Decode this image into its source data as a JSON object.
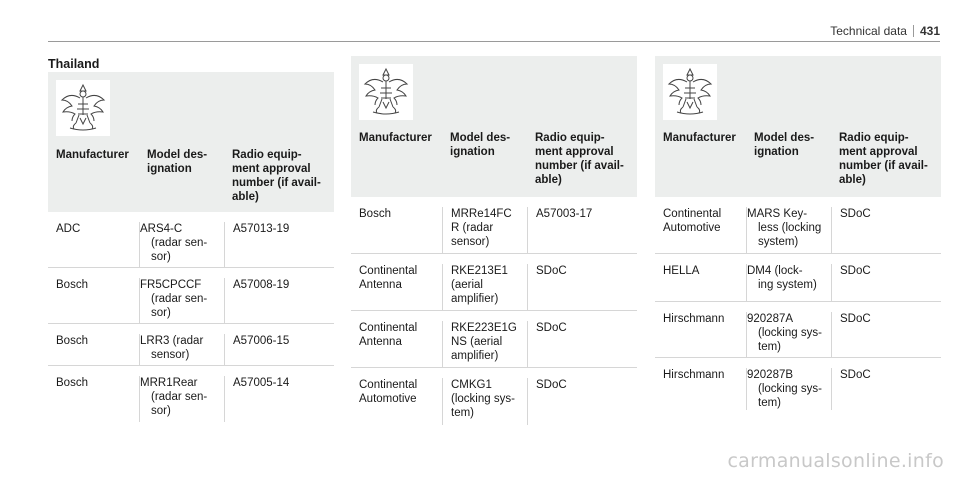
{
  "header": {
    "section": "Technical data",
    "page": "431"
  },
  "country": "Thailand",
  "columns": [
    "Manufacturer",
    "Model des-\nignation",
    "Radio equip-\nment approval\nnumber (if avail-\nable)"
  ],
  "tables": [
    {
      "rows": [
        {
          "manufacturer": "ADC",
          "model": "ARS4-C\n(radar sen-\nsor)",
          "approval": "A57013-19"
        },
        {
          "manufacturer": "Bosch",
          "model": "FR5CPCCF\n(radar sen-\nsor)",
          "approval": "A57008-19"
        },
        {
          "manufacturer": "Bosch",
          "model": "LRR3 (radar\nsensor)",
          "approval": "A57006-15"
        },
        {
          "manufacturer": "Bosch",
          "model": "MRR1Rear\n(radar sen-\nsor)",
          "approval": "A57005-14"
        }
      ]
    },
    {
      "rows": [
        {
          "manufacturer": "Bosch",
          "model": "MRRe14FC\nR (radar\nsensor)",
          "approval": "A57003-17"
        },
        {
          "manufacturer": "Continental\nAntenna",
          "model": "RKE213E1\n(aerial\namplifier)",
          "approval": "SDoC"
        },
        {
          "manufacturer": "Continental\nAntenna",
          "model": "RKE223E1G\nNS (aerial\namplifier)",
          "approval": "SDoC"
        },
        {
          "manufacturer": "Continental\nAutomotive",
          "model": "CMKG1\n(locking sys-\ntem)",
          "approval": "SDoC"
        }
      ]
    },
    {
      "rows": [
        {
          "manufacturer": "Continental\nAutomotive",
          "model": "MARS Key-\nless (locking\nsystem)",
          "approval": "SDoC"
        },
        {
          "manufacturer": "HELLA",
          "model": "DM4 (lock-\ning system)",
          "approval": "SDoC"
        },
        {
          "manufacturer": "Hirschmann",
          "model": "920287A\n(locking sys-\ntem)",
          "approval": "SDoC"
        },
        {
          "manufacturer": "Hirschmann",
          "model": "920287B\n(locking sys-\ntem)",
          "approval": "SDoC"
        }
      ]
    }
  ],
  "watermark": "carmanualsonline.info"
}
